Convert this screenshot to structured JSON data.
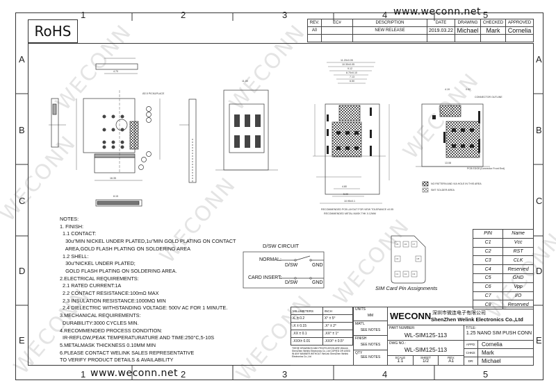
{
  "rohs": "RoHS",
  "website": "www.weconn.net",
  "watermark": "WECONN",
  "columns": [
    "1",
    "2",
    "3",
    "4",
    "5"
  ],
  "rows": [
    "A",
    "B",
    "C",
    "D",
    "E"
  ],
  "revision": {
    "headers": [
      "REV.",
      "EC#",
      "DESCRIPTION",
      "DATE",
      "DRAWING",
      "CHECKED",
      "APPROVED"
    ],
    "rows": [
      [
        "A0",
        "",
        "NEW RELEASE",
        "2019.03.22",
        "Michael",
        "Mark",
        "Cornelia"
      ]
    ]
  },
  "drawing_labels": {
    "pick_place": "Ø2.5 PICK&PLACE",
    "legend_no_pattern": "NO PATTERN AND VIA HOLE IN THIS AREA",
    "legend_smt": "SMT SOLDER AREA",
    "connector_outline": "CONNECTOR OUTLINE",
    "pcb_edge": "PCB EDGE(Connector Front End)",
    "layout_note1": "RECOMMENDED PCB LAYOUT FOR VIEW TOLERANCE ±0.05",
    "layout_note2": "RECOMMENDED METAL MASK THK 0.12MM",
    "dims": [
      "11.20±0.05",
      "10.30±0.05",
      "9.12",
      "8.70±0.10",
      "7.13",
      "6.50",
      "4.80",
      "4.19",
      "0.92",
      "11.00",
      "16.35",
      "4.70",
      "8.15",
      "5.00",
      "10.95±0.1",
      "13.08"
    ]
  },
  "notes": [
    "NOTES:",
    "1. FINISH:",
    "  1.1 CONTACT:",
    "    30u\"MIN NICKEL UNDER PLATED,1u\"MIN GOLD PLATING ON CONTACT",
    "    AREA,GOLD FLASH PLATING ON SOLDERING AREA",
    "  1.2 SHELL:",
    "    30u\"NICKEL UNDER PLATED;",
    "    GOLD FLASH PLATING ON SOLDERING AREA.",
    "2.ELECTRICAL REQUIREMENTS:",
    "  2.1 RATED CURRENT:1A",
    "  2.2 CONTACT RESISTANCE:100mΩ MAX",
    "  2.3 INSULATION RESISTANCE:1000MΩ MIN",
    "  2.4 DIELECTRIC WITHSTANDING VOLTAGE: 500V AC FOR 1 MINUTE.",
    "3.MECHANICAL REQUIREMENTS:",
    "  DURABILITY:3000 CYCLES MIN.",
    "4.RECOMMENDED PROCESS DONDITION:",
    "  IR-REFLOW,PEAK TEMPERATURATURE AND TIME:250°C,5-10S",
    "5.METALMASK THICKNESS 0.10MM MIN",
    "6.PLEASE CONTACT WELINK SALES REPRESENTATIVE",
    "TO VERIFY PRODUCT DETAILS & AVAILABILITY"
  ],
  "dsw": {
    "title": "D/SW CIRCUIT",
    "normal": "NORMAL:",
    "card_insert": "CARD INSERT:",
    "dsw": "D/SW",
    "gnd": "GND"
  },
  "sim": {
    "caption": "SIM Card Pin Assignments",
    "pads_top": [
      "C5",
      "C6",
      "C7"
    ],
    "pads_mid": [
      "C4",
      "C8"
    ],
    "pads_bottom": [
      "C1",
      "C2",
      "C3"
    ]
  },
  "pins": {
    "headers": [
      "PIN",
      "Name"
    ],
    "rows": [
      [
        "C1",
        "Vcc"
      ],
      [
        "C2",
        "RST"
      ],
      [
        "C3",
        "CLK"
      ],
      [
        "C4",
        "Reserved"
      ],
      [
        "C5",
        "GND"
      ],
      [
        "C6",
        "Vpp"
      ],
      [
        "C7",
        "I/O"
      ],
      [
        "C8",
        "Reserved"
      ]
    ]
  },
  "tolerance": {
    "headers": [
      "MILLIMETERS",
      "INCH"
    ],
    "rows": [
      [
        "X.  ± 0.2",
        "X°  ± 5°"
      ],
      [
        ".X  ± 0.15",
        ".X°  ± 2°"
      ],
      [
        ".XX ± 0.1",
        ".XX°  ± 1°"
      ],
      [
        ".XXX± 0.01",
        ".XXX° ± 0.5°"
      ]
    ],
    "disclaimer": "THESE DRAWINGS AND PECIFICATION ARE WeLink ShenZhen Welink Electronics Co.,Ltd COPIED OR USED IN ANY MANNER WITHOUT WeLink ShenZhen Welink Electronics Co.,Ltd"
  },
  "title_block": {
    "units_label": "UNITS",
    "units": "MM",
    "matl_label": "MAT'L",
    "matl": "SEE NOTES",
    "finish_label": "FINISH",
    "finish": "SEE NOTES",
    "qty_label": "QTY",
    "qty": "SEE NOTES",
    "logo": "WECONN",
    "company_cn": "深圳市微连电子有限公司",
    "company_en": "ShenZhen Welink Electronics Co.,Ltd",
    "part_number_label": "PART NUMBER:",
    "part_number": "WL-SIM125-113",
    "title_label": "TITLE:",
    "title": "1.25 NANO SIM PUSH CONN",
    "dwg_label": "DWG NO.:",
    "dwg": "WL-SIM125-113",
    "scale_label": "SCALE",
    "scale": "1:1",
    "sheet_label": "SHEET",
    "sheet": "1/2",
    "rev_label": "REV.",
    "rev": "A1",
    "appd_label": "APPD:",
    "appd": "Cornelia",
    "chkd_label": "CHKD:",
    "chkd": "Mark",
    "dr_label": "DR:",
    "dr": "Michael"
  }
}
